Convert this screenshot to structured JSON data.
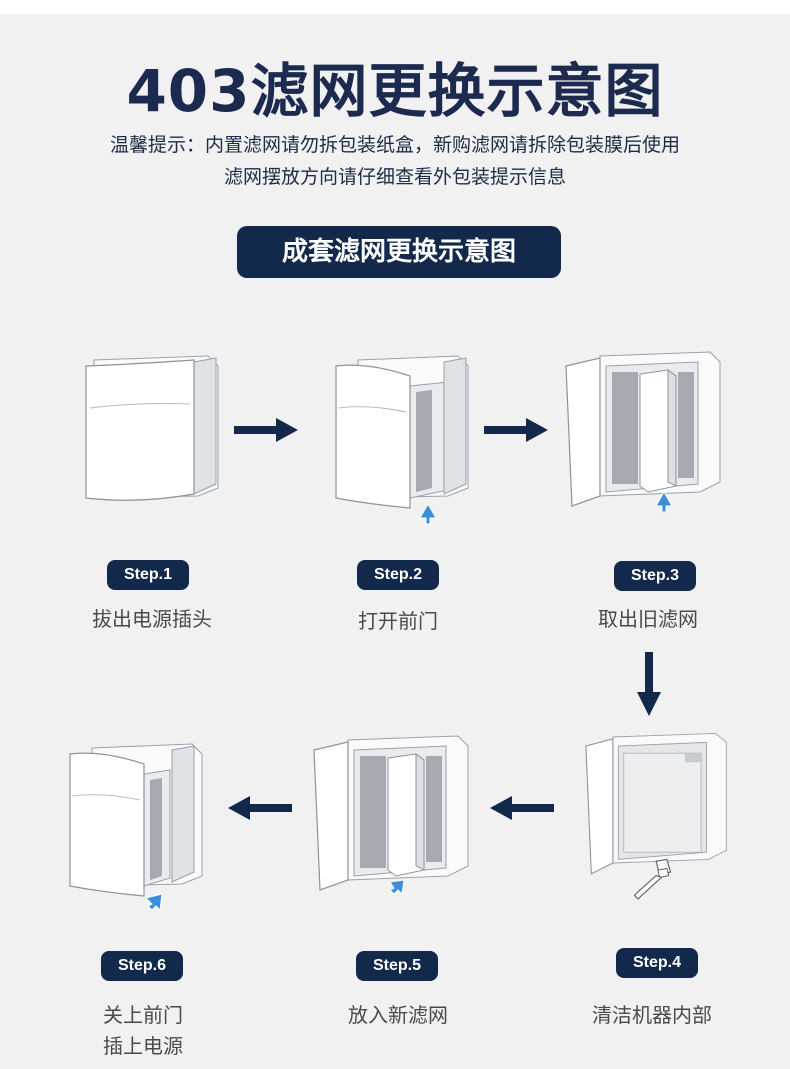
{
  "title": "403滤网更换示意图",
  "tips": [
    "温馨提示：内置滤网请勿拆包装纸盒，新购滤网请拆除包装膜后使用",
    "滤网摆放方向请仔细查看外包装提示信息"
  ],
  "section_title": "成套滤网更换示意图",
  "steps": [
    {
      "badge": "Step.1",
      "label": "拔出电源插头",
      "label2": ""
    },
    {
      "badge": "Step.2",
      "label": "打开前门",
      "label2": ""
    },
    {
      "badge": "Step.3",
      "label": "取出旧滤网",
      "label2": ""
    },
    {
      "badge": "Step.4",
      "label": "清洁机器内部",
      "label2": ""
    },
    {
      "badge": "Step.5",
      "label": "放入新滤网",
      "label2": ""
    },
    {
      "badge": "Step.6",
      "label": "关上前门",
      "label2": "插上电源"
    }
  ],
  "colors": {
    "navy": "#13294b",
    "hint_arrow": "#3a8fdc",
    "background": "#f1f1f2"
  }
}
